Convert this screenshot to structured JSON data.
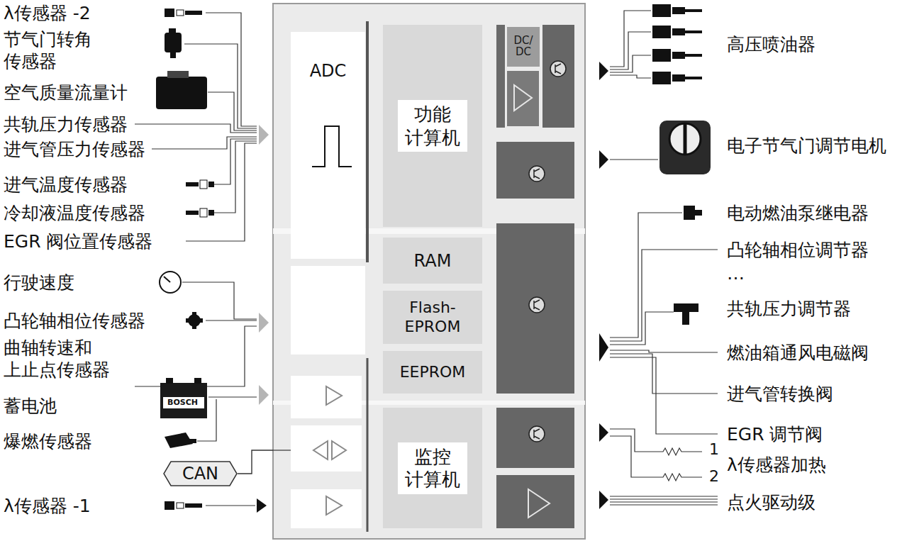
{
  "diagram": {
    "nodes": [
      {
        "text": []
      },
      {
        "text": [
          "ADC"
        ],
        "in": 0
      },
      {
        "text": [
          "功能 计算机"
        ],
        "in": 0
      },
      {
        "text": [
          "DC/ DC"
        ],
        "in": 0
      },
      {
        "text": [
          "RAM"
        ],
        "in": 0
      },
      {
        "text": [
          "Flash- EPROM"
        ],
        "in": 0
      },
      {
        "text": [
          "EEPROM"
        ],
        "in": 0
      },
      {
        "text": [
          "监控 计算机"
        ],
        "in": 0
      },
      {
        "text": [
          "CAN"
        ]
      }
    ],
    "edges": [
      {
        "from": 8,
        "to": 0,
        "arrow": "none"
      }
    ],
    "labels": [
      "λ传感器 -2",
      "节气门转角 传感器",
      "空气质量流量计",
      "共轨压力传感器",
      "进气管压力传感器",
      "进气温度传感器",
      "冷却液温度传感器",
      "EGR 阀位置传感器",
      "行驶速度",
      "凸轮轴相位传感器",
      "曲轴转速和 上止点传感器",
      "蓄电池",
      "爆燃传感器",
      "λ传感器 -1",
      "BOSCH",
      "高压喷油器",
      "电子节气门调节电机",
      "电动燃油泵继电器",
      "凸轮轴相位调节器",
      "…",
      "共轨压力调节器",
      "燃油箱通风电磁阀",
      "进气管转换阀",
      "EGR 调节阀",
      "1",
      "2",
      "λ传感器加热",
      "点火驱动级"
    ]
  }
}
